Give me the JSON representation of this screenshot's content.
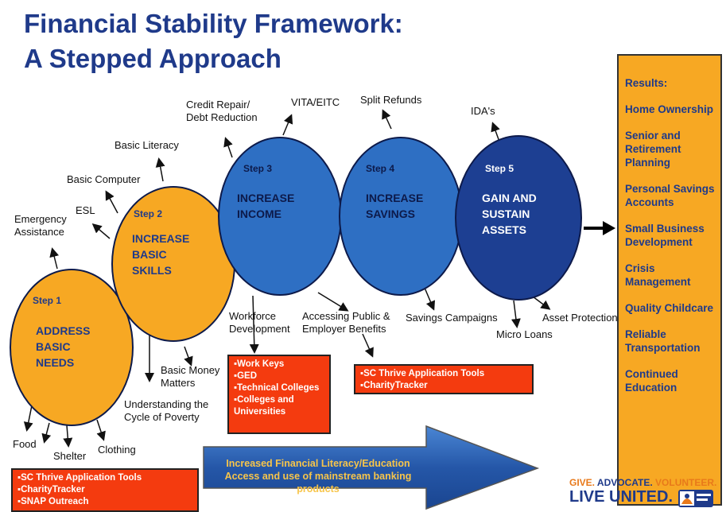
{
  "title_line1": "Financial Stability Framework:",
  "title_line2": "A Stepped Approach",
  "steps": [
    {
      "step": "Step 1",
      "lines": [
        "ADDRESS",
        "BASIC",
        "NEEDS"
      ]
    },
    {
      "step": "Step 2",
      "lines": [
        "INCREASE",
        "BASIC",
        "SKILLS"
      ]
    },
    {
      "step": "Step 3",
      "lines": [
        "INCREASE",
        "INCOME"
      ]
    },
    {
      "step": "Step 4",
      "lines": [
        "INCREASE",
        "SAVINGS"
      ]
    },
    {
      "step": "Step 5",
      "lines": [
        "GAIN AND",
        "SUSTAIN",
        "ASSETS"
      ]
    }
  ],
  "labels": {
    "emergency": [
      "Emergency",
      "Assistance"
    ],
    "esl": "ESL",
    "basic_computer": "Basic Computer",
    "basic_literacy": "Basic Literacy",
    "credit_repair": [
      "Credit Repair/",
      "Debt Reduction"
    ],
    "vita": "VITA/EITC",
    "split_refunds": "Split Refunds",
    "idas": "IDA's",
    "workforce": [
      "Workforce",
      "Development"
    ],
    "accessing": [
      "Accessing Public &",
      "Employer Benefits"
    ],
    "savings_campaigns": "Savings Campaigns",
    "micro_loans": "Micro Loans",
    "asset_protection": "Asset Protection",
    "basic_money": [
      "Basic Money",
      "Matters"
    ],
    "understanding": [
      "Understanding the",
      "Cycle of Poverty"
    ],
    "food": "Food",
    "shelter": "Shelter",
    "clothing": "Clothing"
  },
  "boxes": {
    "step1": [
      "SC Thrive Application Tools",
      "CharityTracker",
      "SNAP Outreach"
    ],
    "step3": [
      "Work Keys",
      "GED",
      "Technical Colleges",
      "Colleges and Universities"
    ],
    "step3b": [
      "SC Thrive Application Tools",
      "CharityTracker"
    ]
  },
  "results": {
    "heading": "Results:",
    "items": [
      "Home Ownership",
      "Senior and Retirement Planning",
      "Personal Savings Accounts",
      "Small Business Development",
      "Crisis Management",
      "Quality Childcare",
      "Reliable Transportation",
      "Continued Education"
    ]
  },
  "bottom_arrow": [
    "Increased Financial Literacy/Education",
    "Access and use of mainstream banking products"
  ],
  "logo": {
    "line1_a": "GIVE.",
    "line1_b": "ADVOCATE.",
    "line1_c": "VOLUNTEER.",
    "line2": "LIVE UNITED."
  },
  "colors": {
    "orange": "#f7a823",
    "blue": "#2e6fc3",
    "navy": "#1d3f92",
    "red": "#f43b0f",
    "title": "#1f3a8a"
  }
}
